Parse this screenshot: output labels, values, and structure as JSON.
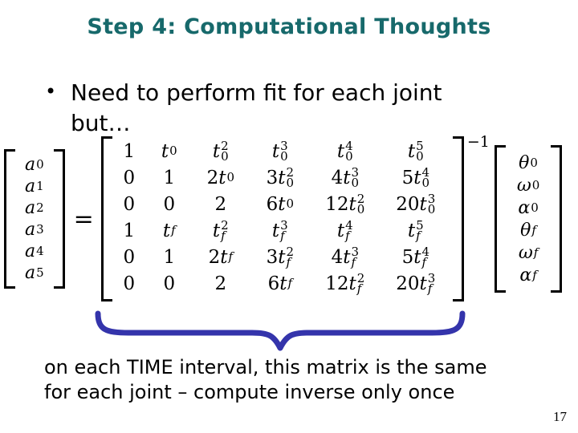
{
  "slide": {
    "title": "Step 4: Computational Thoughts",
    "bullet": {
      "marker": "•",
      "line1": "Need to perform fit for each joint",
      "line2": "but…"
    },
    "caption": {
      "line1": "on each TIME interval, this matrix is the same",
      "line2": "for each joint – compute inverse only once"
    },
    "page_number": "17"
  },
  "equation": {
    "lhs_vector": [
      "a_0",
      "a_1",
      "a_2",
      "a_3",
      "a_4",
      "a_5"
    ],
    "equals_sign": "=",
    "matrix_rows": [
      [
        "1",
        "t_0",
        "t_0^2",
        "t_0^3",
        "t_0^4",
        "t_0^5"
      ],
      [
        "0",
        "1",
        "2t_0",
        "3t_0^2",
        "4t_0^3",
        "5t_0^4"
      ],
      [
        "0",
        "0",
        "2",
        "6t_0",
        "12t_0^2",
        "20t_0^3"
      ],
      [
        "1",
        "t_f",
        "t_f^2",
        "t_f^3",
        "t_f^4",
        "t_f^5"
      ],
      [
        "0",
        "1",
        "2t_f",
        "3t_f^2",
        "4t_f^3",
        "5t_f^4"
      ],
      [
        "0",
        "0",
        "2",
        "6t_f",
        "12t_f^2",
        "20t_f^3"
      ]
    ],
    "matrix_exponent": "−1",
    "rhs_vector": [
      "θ_0",
      "ω_0",
      "α_0",
      "θ_f",
      "ω_f",
      "α_f"
    ]
  },
  "colors": {
    "title": "#17696b",
    "brace": "#3434ab",
    "text": "#000000",
    "background": "#ffffff"
  }
}
